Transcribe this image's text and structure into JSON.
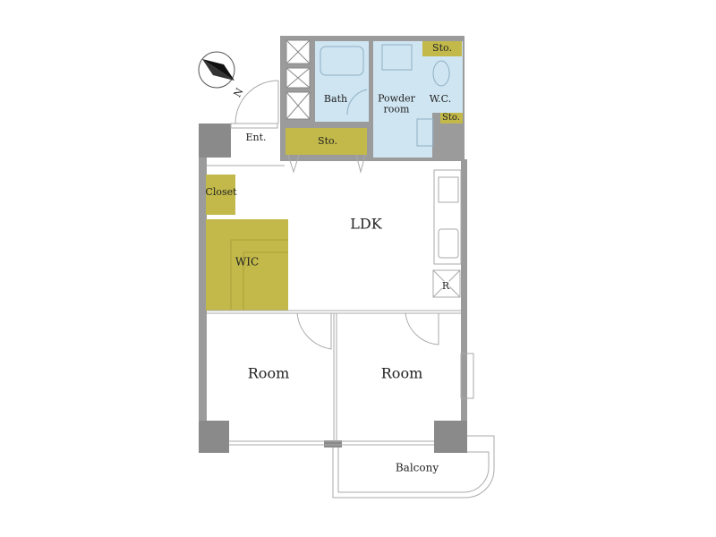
{
  "plan": {
    "compass_label": "N",
    "rooms": {
      "bath": "Bath",
      "powder_room": "Powder room",
      "wc": "W.C.",
      "storage_wc_top": "Sto.",
      "storage_wc_bottom": "Sto.",
      "storage_hall": "Sto.",
      "entrance": "Ent.",
      "closet": "Closet",
      "ldk": "LDK",
      "wic": "WIC",
      "refrigerator": "R",
      "room_left": "Room",
      "room_right": "Room",
      "balcony": "Balcony"
    }
  },
  "colors": {
    "wall": "#9b9b9b",
    "wall_dark": "#8a8a8a",
    "wet_area": "#cfe5f2",
    "storage": "#c2b94a",
    "line": "#9a9a9a"
  }
}
